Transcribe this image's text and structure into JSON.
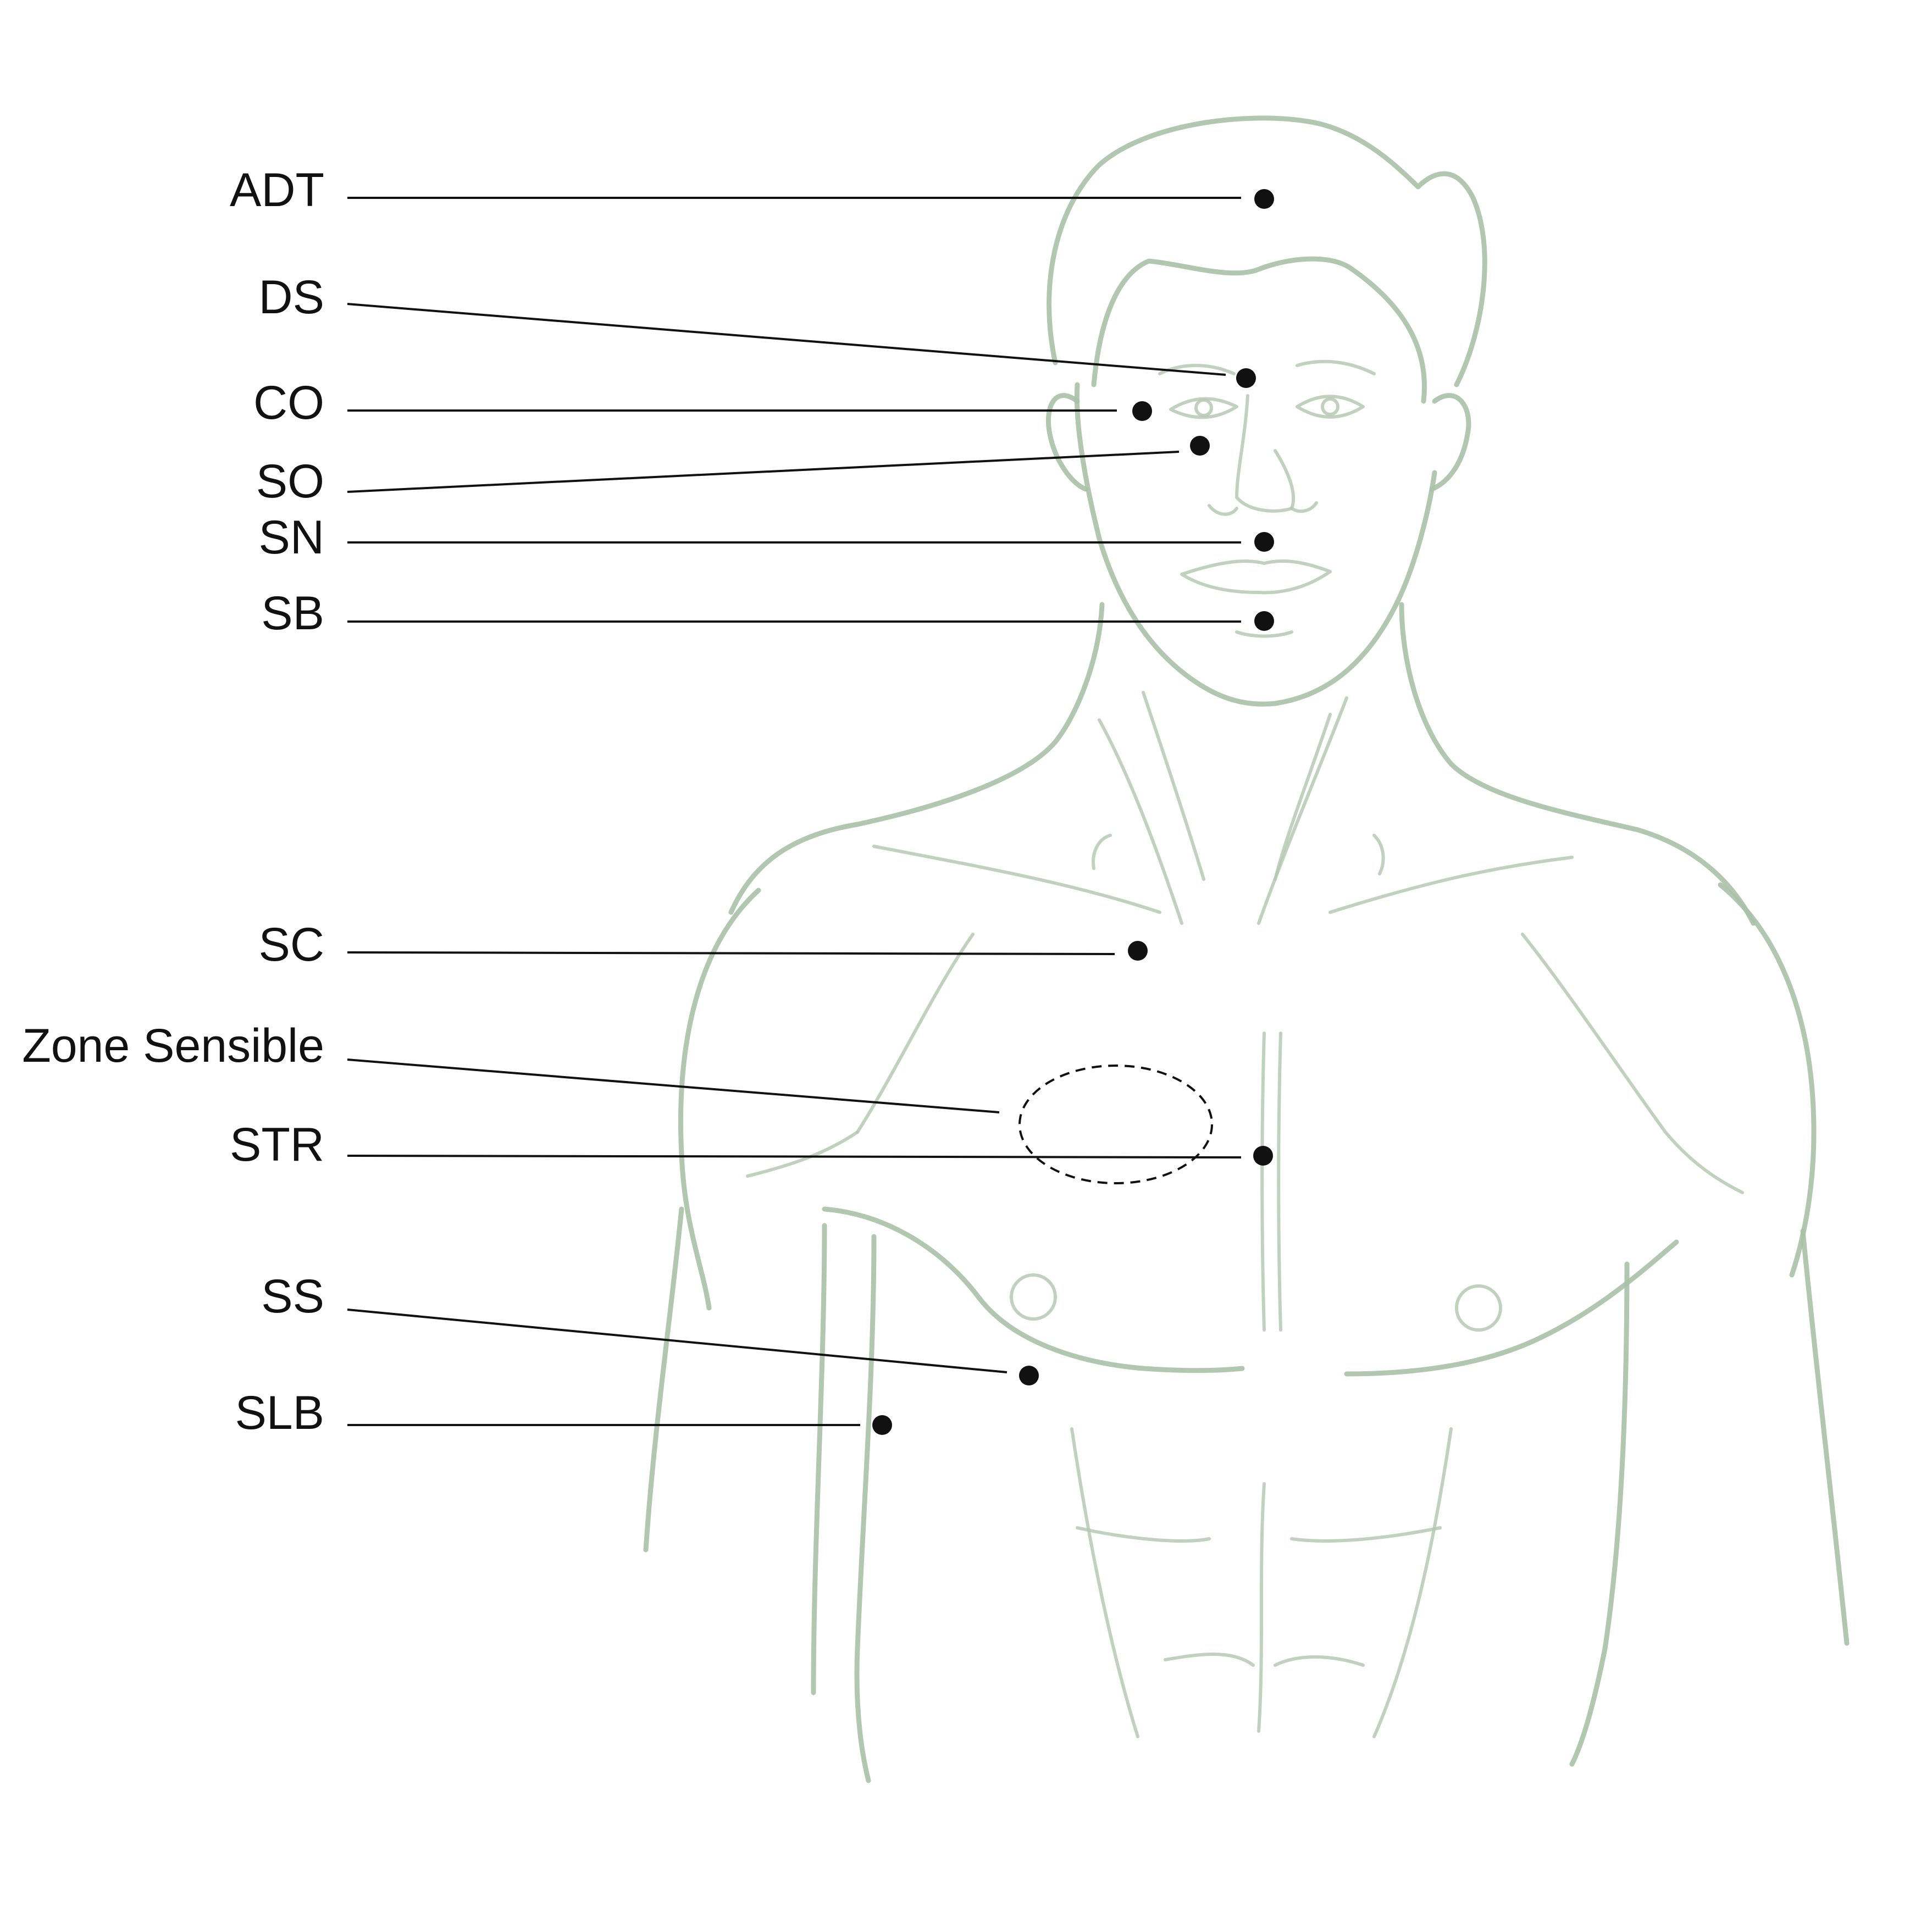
{
  "figure": {
    "colors": {
      "ink": "#111111",
      "sketch": "#a9c1a7",
      "background": "#ffffff"
    },
    "points": [
      {
        "id": "adt",
        "label": "ADT"
      },
      {
        "id": "ds",
        "label": "DS"
      },
      {
        "id": "co",
        "label": "CO"
      },
      {
        "id": "so",
        "label": "SO"
      },
      {
        "id": "sn",
        "label": "SN"
      },
      {
        "id": "sb",
        "label": "SB"
      },
      {
        "id": "sc",
        "label": "SC"
      },
      {
        "id": "str",
        "label": "STR"
      },
      {
        "id": "ss",
        "label": "SS"
      },
      {
        "id": "slb",
        "label": "SLB"
      }
    ],
    "zone": {
      "label": "Zone Sensible"
    }
  }
}
